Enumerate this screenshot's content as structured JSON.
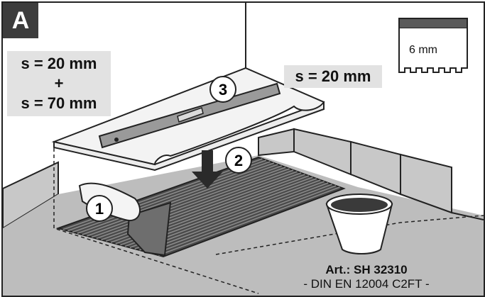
{
  "panel": {
    "letter": "A"
  },
  "labels": {
    "left_line1": "s = 20 mm",
    "left_plus": "+",
    "left_line2": "s = 70 mm",
    "right": "s = 20 mm"
  },
  "trowel_notch": "6 mm",
  "steps": [
    "1",
    "2",
    "3"
  ],
  "article": {
    "line1": "Art.: SH 32310",
    "line2": "- DIN EN 12004 C2FT -"
  },
  "colors": {
    "background": "#ffffff",
    "panel_letter_bg": "#3c3c3c",
    "label_bg": "#e2e2e2",
    "floor": "#bdbdbd",
    "wall_tiles": "#c8c8c8",
    "adhesive": "#4a4a4a",
    "outline": "#222222"
  },
  "icons": [
    "notched-trowel-icon",
    "spirit-level-icon",
    "down-arrow-icon",
    "bucket-icon",
    "hand-icon"
  ]
}
